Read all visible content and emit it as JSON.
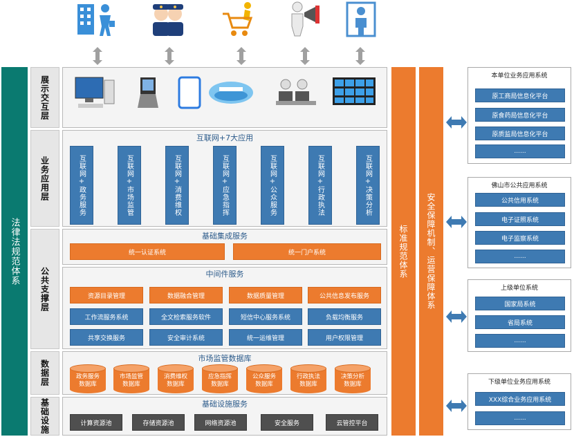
{
  "actors": [
    {
      "icon": "office-building-person-icon"
    },
    {
      "icon": "police-officers-icon"
    },
    {
      "icon": "shopping-cart-icon"
    },
    {
      "icon": "megaphone-person-icon"
    },
    {
      "icon": "door-person-icon"
    }
  ],
  "left_bar": "法律法规范体系",
  "layers": {
    "display": "展示交互层",
    "business": "业务应用层",
    "public": "公共支撑层",
    "data": "数据层",
    "infra": "基础设施"
  },
  "display_layer": {
    "devices": [
      {
        "icon": "desktop-computer-icon"
      },
      {
        "icon": "kiosk-terminal-icon"
      },
      {
        "icon": "tablet-icon"
      },
      {
        "icon": "web-portal-icon"
      },
      {
        "icon": "call-center-icon"
      },
      {
        "icon": "video-wall-icon"
      }
    ]
  },
  "business_layer": {
    "title": "互联网+7大应用",
    "apps": [
      "互联网+政务服务",
      "互联网+市场监管",
      "互联网+消费维权",
      "互联网+应急指挥",
      "互联网+公众服务",
      "互联网+行政执法",
      "互联网+决策分析"
    ]
  },
  "integration": {
    "title": "基础集成服务",
    "items": [
      "统一认证系统",
      "统一门户系统"
    ]
  },
  "middleware": {
    "title": "中间件服务",
    "rows": [
      [
        "资源目录管理",
        "数据融合管理",
        "数据质量管理",
        "公共信息发布服务"
      ],
      [
        "工作流服务系统",
        "全文检索服务软件",
        "短信中心服务系统",
        "负载均衡服务"
      ],
      [
        "共享交换服务",
        "安全审计系统",
        "统一运维管理",
        "用户权限管理"
      ]
    ]
  },
  "data_layer": {
    "title": "市场监管数据库",
    "dbs": [
      [
        "政务服务",
        "数据库"
      ],
      [
        "市场监管",
        "数据库"
      ],
      [
        "消费维权",
        "数据库"
      ],
      [
        "应急指挥",
        "数据库"
      ],
      [
        "公众服务",
        "数据库"
      ],
      [
        "行政执法",
        "数据库"
      ],
      [
        "决策分析",
        "数据库"
      ]
    ]
  },
  "infra_layer": {
    "title": "基础设施服务",
    "items": [
      "计算资源池",
      "存储资源池",
      "网络资源池",
      "安全服务",
      "云管控平台"
    ]
  },
  "right_bars": [
    "标准规范体系",
    "安全保障机制、运营保障体系"
  ],
  "systems": [
    {
      "title": "本单位业务应用系统",
      "items": [
        "原工商局信息化平台",
        "原食药局信息化平台",
        "原质监局信息化平台",
        "......"
      ]
    },
    {
      "title": "佛山市公共应用系统",
      "items": [
        "公共信用系统",
        "电子证照系统",
        "电子监察系统",
        "......"
      ]
    },
    {
      "title": "上级单位系统",
      "items": [
        "国家局系统",
        "省局系统",
        "......"
      ]
    },
    {
      "title": "下级单位业务应用系统",
      "items": [
        "XXX综合业务应用系统",
        "......"
      ]
    }
  ],
  "colors": {
    "teal": "#0a7a70",
    "orange": "#ec7b2e",
    "blue": "#3e7ab2",
    "dark": "#4f4f4f"
  }
}
